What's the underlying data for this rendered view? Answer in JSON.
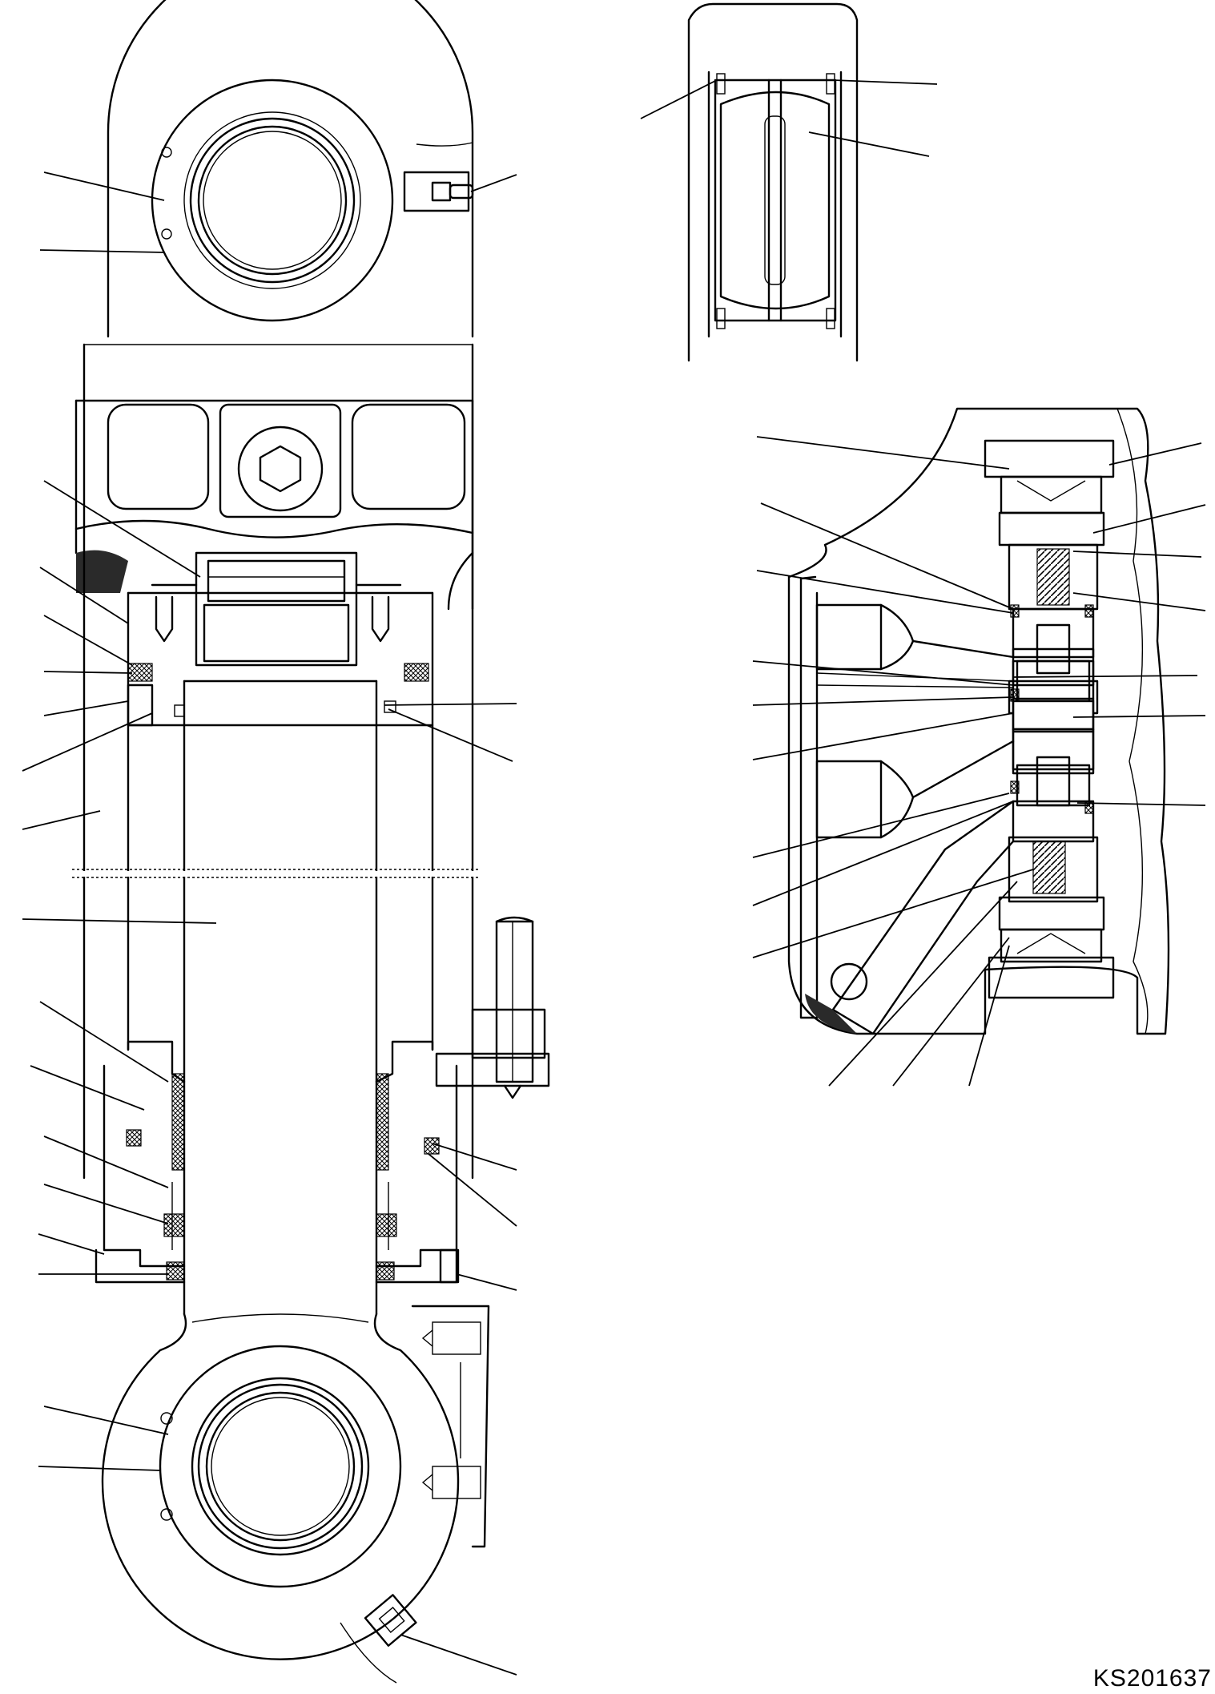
{
  "drawing": {
    "code": "KS201637",
    "views": [
      "cylinder-assembly-section",
      "rod-end-bushing-detail",
      "cushion-valve-detail"
    ]
  }
}
